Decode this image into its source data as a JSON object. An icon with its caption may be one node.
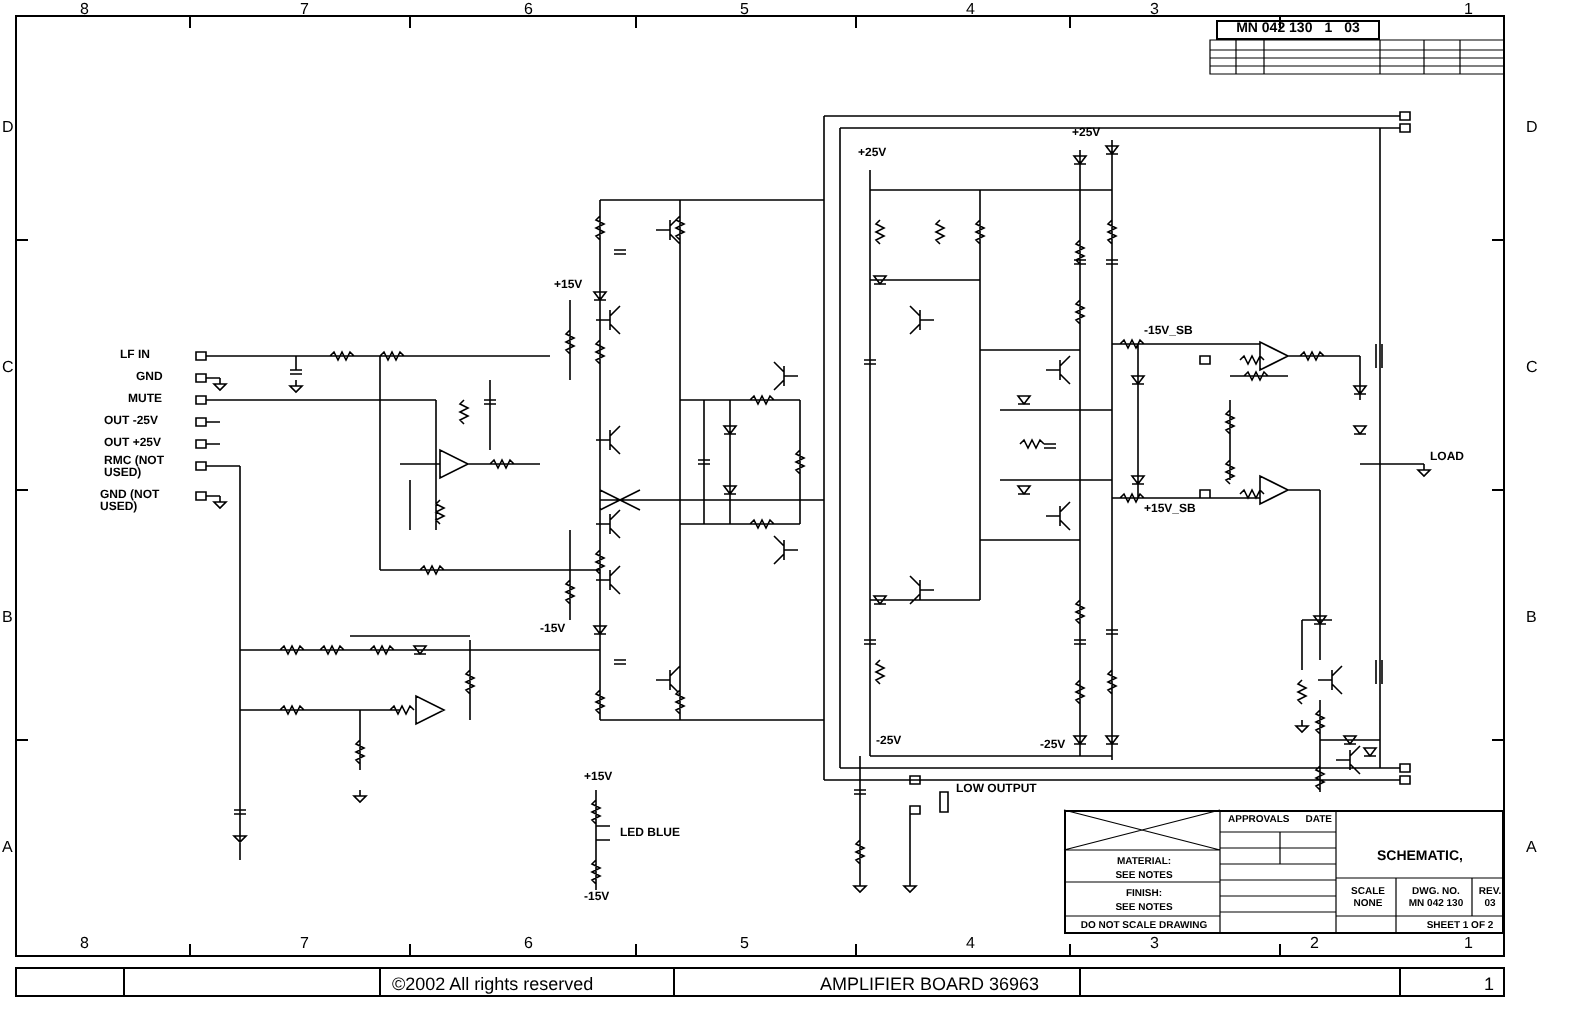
{
  "diagram": {
    "title": "SCHEMATIC,",
    "nodes": [
      {
        "text": [],
        "shape": "box"
      },
      {
        "text": [
          "MATERIAL:",
          "SEE NOTES"
        ],
        "in": 0
      },
      {
        "text": [
          "FINISH:",
          "SEE NOTES"
        ],
        "in": 0
      },
      {
        "text": [
          "DO NOT SCALE DRAWING"
        ],
        "in": 0
      },
      {
        "text": [
          "APPROVALS",
          "DATE"
        ],
        "in": 0
      },
      {
        "text": [
          "SCALE",
          "NONE"
        ],
        "in": 0
      },
      {
        "text": [
          "DWG. NO.",
          "MN 042 130"
        ],
        "in": 0
      },
      {
        "text": [
          "REV.",
          "03"
        ],
        "in": 0
      },
      {
        "text": [
          "SHEET 1 OF 2"
        ],
        "in": 0
      },
      {
        "text": [
          "MN 042 130",
          "1",
          "03"
        ]
      }
    ],
    "labels": [
      "8",
      "7",
      "6",
      "5",
      "4",
      "3",
      "1",
      "D",
      "C",
      "B",
      "A",
      "D",
      "C",
      "B",
      "A",
      "8",
      "7",
      "6",
      "5",
      "4",
      "3",
      "2",
      "1",
      "LF IN",
      "GND",
      "MUTE",
      "OUT -25V",
      "OUT +25V",
      "RMC (NOT USED)",
      "GND (NOT USED)",
      "+25V",
      "+25V",
      "-25V",
      "-25V",
      "-15V_SB",
      "+15V_SB",
      "LOAD",
      "+15V",
      "LED BLUE",
      "-15V",
      "LOW OUTPUT",
      "+15V",
      "-15V",
      "©2002 All rights reserved",
      "AMPLIFIER BOARD 36963",
      "1"
    ]
  }
}
